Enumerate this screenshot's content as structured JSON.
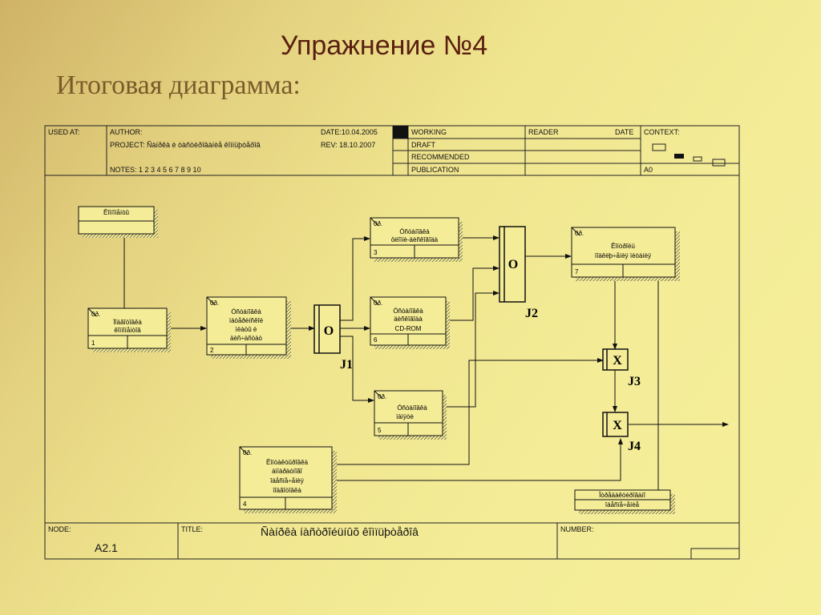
{
  "slide": {
    "title": "Упражнение №4",
    "subtitle": "Итоговая диаграмма:"
  },
  "header": {
    "used_at": "USED AT:",
    "author": "AUTHOR:",
    "project": "PROJECT:  Ñàíðêà è òàñòèðîâàíèå êîìïüþòåðîâ",
    "notes": "NOTES:  1  2  3  4  5  6  7  8  9  10",
    "date": "DATE:10.04.2005",
    "rev": "REV:   18.10.2007",
    "status": [
      "WORKING",
      "DRAFT",
      "RECOMMENDED",
      "PUBLICATION"
    ],
    "reader": "READER",
    "reader_date": "DATE",
    "context": "CONTEXT:",
    "context_node": "A0"
  },
  "footer": {
    "node_label": "NODE:",
    "node_value": "A2.1",
    "title_label": "TITLE:",
    "title_value": "Ñàíðêà íàñòðîéüíûõ êîìïüþòåðîâ",
    "number_label": "NUMBER:"
  },
  "boxes": [
    {
      "id": "b-komp",
      "lines": [
        "Êîìïîíåíòû"
      ]
    },
    {
      "id": "b1",
      "tag": "0ð.",
      "lines": [
        "Ïîäãîòîâêà",
        "êîìïîíåíòîâ"
      ],
      "num": "1"
    },
    {
      "id": "b2",
      "tag": "0ð.",
      "lines": [
        "Óñòàíîâêà",
        "ìàòåðèíñêîé",
        "ïëàòû è",
        "äèñ÷àñòàò"
      ],
      "num": "2"
    },
    {
      "id": "b3",
      "tag": "0ð.",
      "lines": [
        "Óñòàíîâêà",
        "ôëîïïè-äèñêîâîäà"
      ],
      "num": "3"
    },
    {
      "id": "b6",
      "tag": "0ð.",
      "lines": [
        "Óñòàíîâêà",
        "äèñêîâîäà",
        "CD-ROM"
      ],
      "num": "6"
    },
    {
      "id": "b5",
      "tag": "0ð.",
      "lines": [
        "Óñòàíîâêà",
        "ïàìÿòè"
      ],
      "num": "5"
    },
    {
      "id": "b7",
      "tag": "0ð.",
      "lines": [
        "Êîíòðîëü",
        "ïîäêëþ÷åíèÿ ïèòàíèÿ"
      ],
      "num": "7"
    },
    {
      "id": "b4",
      "tag": "0ð.",
      "lines": [
        "Êîíòàêòûðîâêà",
        "àïïàðàòíîãî",
        "îáåñïå÷åíèÿ",
        "ïîäãîòîâêà"
      ],
      "num": "4"
    },
    {
      "id": "b-out",
      "lines": [
        "Îòðåäàêòèðîâàíî",
        "îáåñïå÷åíèå"
      ]
    }
  ],
  "junctions": [
    {
      "id": "j1",
      "symbol": "O",
      "label": "J1"
    },
    {
      "id": "j2",
      "symbol": "O",
      "label": "J2"
    },
    {
      "id": "j3",
      "symbol": "X",
      "label": "J3"
    },
    {
      "id": "j4",
      "symbol": "X",
      "label": "J4"
    }
  ]
}
